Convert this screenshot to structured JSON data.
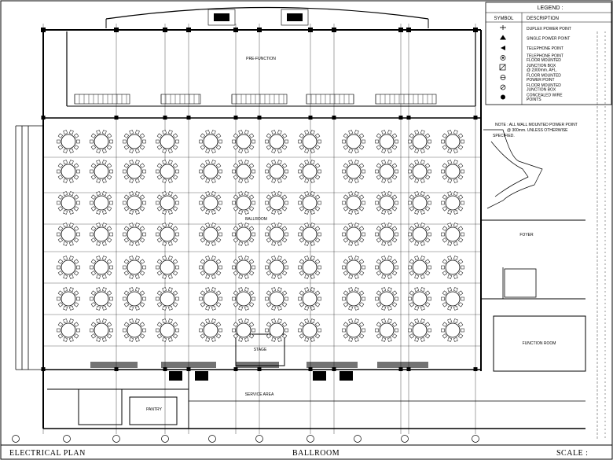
{
  "legend": {
    "heading": "LEGEND :",
    "col_symbol": "SYMBOL",
    "col_description": "DESCRIPTION",
    "items": [
      {
        "icon": "duplex-power-point-icon",
        "lines": [
          "DUPLEX POWER POINT"
        ]
      },
      {
        "icon": "single-power-point-icon",
        "lines": [
          "SINGLE POWER POINT"
        ]
      },
      {
        "icon": "telephone-point-icon",
        "lines": [
          "TELEPHONE POINT"
        ]
      },
      {
        "icon": "floor-telephone-point-icon",
        "lines": [
          "TELEPHONE POINT",
          "FLOOR MOUNTED"
        ]
      },
      {
        "icon": "junction-box-icon",
        "lines": [
          "JUNCTION BOX",
          "@ 2300mm. AFL."
        ]
      },
      {
        "icon": "floor-power-point-icon",
        "lines": [
          "FLOOR MOUNTED",
          "POWER POINT"
        ]
      },
      {
        "icon": "floor-junction-box-icon",
        "lines": [
          "FLOOR MOUNTED",
          "JUNCTION BOX"
        ]
      },
      {
        "icon": "concealed-wire-icon",
        "lines": [
          "CONCEALED WIRE",
          "POINTS"
        ]
      }
    ]
  },
  "note": [
    "NOTE : ALL WALL MOUNTED POWER POINT",
    "@ 300mm. UNLESS OTHERWISE",
    "SPECIFIED."
  ],
  "rooms": {
    "pre_function": "PRE-FUNCTION",
    "ballroom": "BALLROOM",
    "foyer": "FOYER",
    "stage": "STAGE",
    "service_area": "SERVICE AREA",
    "pantry": "PANTRY",
    "function_room": "FUNCTION ROOM"
  },
  "title_block": {
    "left": "ELECTRICAL PLAN",
    "center": "BALLROOM",
    "right": "SCALE :"
  },
  "layout": {
    "table_rows": 7,
    "table_cols": 12,
    "grid_line_count": 11
  }
}
